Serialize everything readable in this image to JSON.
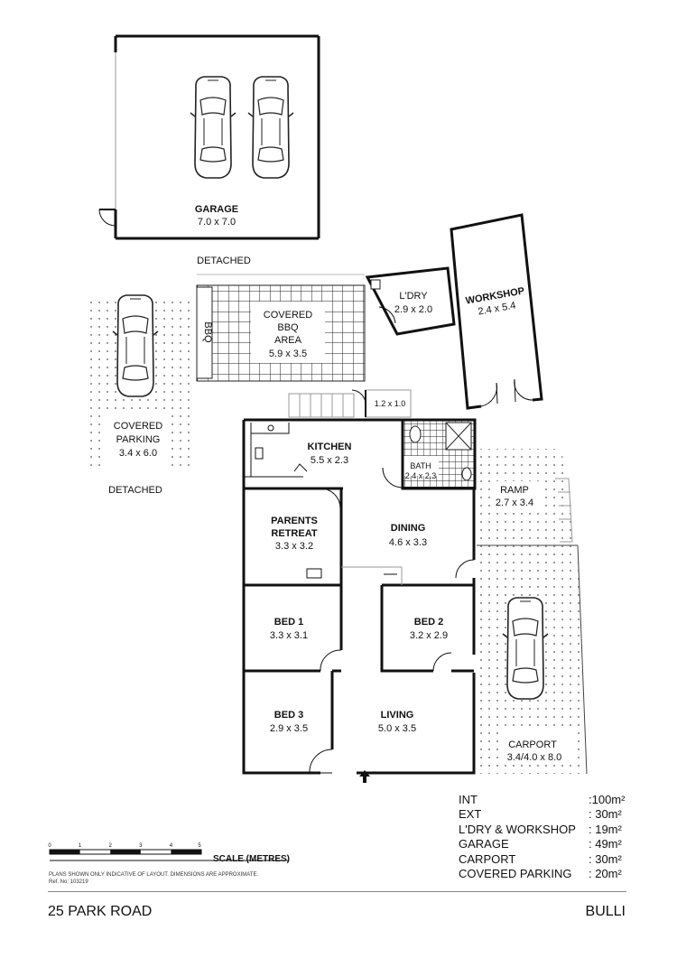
{
  "rooms": {
    "garage": {
      "name": "GARAGE",
      "dim": "7.0 x 7.0"
    },
    "garage_note": "DETACHED",
    "bbq": {
      "name1": "COVERED",
      "name2": "BBQ",
      "name3": "AREA",
      "dim": "5.9 x 3.5",
      "side_label": "BBQ"
    },
    "laundry": {
      "name": "L'DRY",
      "dim": "2.9 x 2.0"
    },
    "workshop": {
      "name": "WORKSHOP",
      "dim": "2.4 x 5.4"
    },
    "parking": {
      "name1": "COVERED",
      "name2": "PARKING",
      "dim": "3.4 x 6.0",
      "note": "DETACHED"
    },
    "step": {
      "dim": "1.2 x 1.0"
    },
    "kitchen": {
      "name": "KITCHEN",
      "dim": "5.5 x 2.3"
    },
    "bath": {
      "name": "BATH",
      "dim": "2.4 x 2.3"
    },
    "ramp": {
      "name": "RAMP",
      "dim": "2.7 x 3.4"
    },
    "parents": {
      "name1": "PARENTS",
      "name2": "RETREAT",
      "dim": "3.3 x 3.2"
    },
    "dining": {
      "name": "DINING",
      "dim": "4.6 x 3.3"
    },
    "bed1": {
      "name": "BED 1",
      "dim": "3.3 x 3.1"
    },
    "bed2": {
      "name": "BED 2",
      "dim": "3.2 x 2.9"
    },
    "bed3": {
      "name": "BED 3",
      "dim": "2.9 x 3.5"
    },
    "living": {
      "name": "LIVING",
      "dim": "5.0 x 3.5"
    },
    "carport": {
      "name": "CARPORT",
      "dim": "3.4/4.0 x 8.0"
    }
  },
  "areas": [
    {
      "label": "INT",
      "value": ":100m²"
    },
    {
      "label": "EXT",
      "value": ":  30m²"
    },
    {
      "label": "L'DRY & WORKSHOP",
      "value": ":  19m²"
    },
    {
      "label": "GARAGE",
      "value": ":  49m²"
    },
    {
      "label": "CARPORT",
      "value": ":  30m²"
    },
    {
      "label": "COVERED PARKING",
      "value": ":  20m²"
    }
  ],
  "scale": {
    "title": "SCALE (METRES)",
    "ticks": [
      "0",
      "1",
      "2",
      "3",
      "4",
      "5"
    ]
  },
  "disclaimer": {
    "line1": "PLANS SHOWN ONLY INDICATIVE OF LAYOUT.  DIMENSIONS ARE APPROXIMATE.",
    "line2": "Ref. No: 103219"
  },
  "footer": {
    "address": "25 PARK ROAD",
    "suburb": "BULLI"
  }
}
